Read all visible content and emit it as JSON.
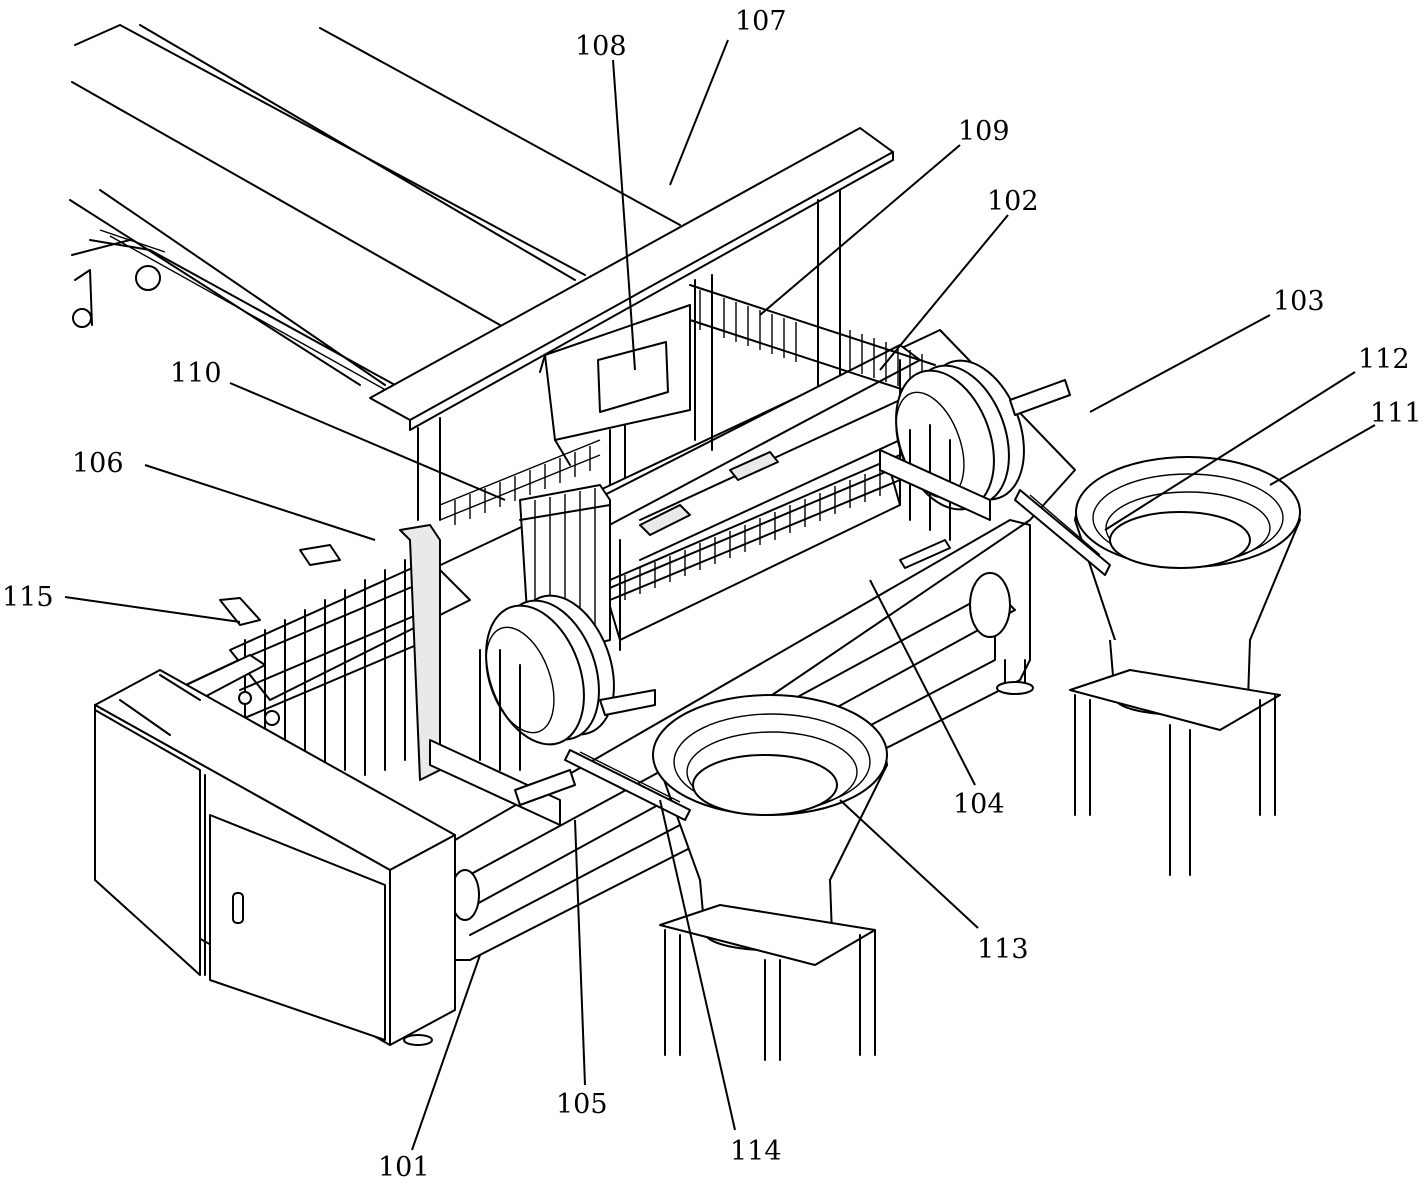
{
  "labels": {
    "l101": "101",
    "l102": "102",
    "l103": "103",
    "l104": "104",
    "l105": "105",
    "l106": "106",
    "l107": "107",
    "l108": "108",
    "l109": "109",
    "l110": "110",
    "l111": "111",
    "l112": "112",
    "l113": "113",
    "l114": "114",
    "l115": "115"
  },
  "colors": {
    "ink": "#000000",
    "paper": "#ffffff"
  }
}
